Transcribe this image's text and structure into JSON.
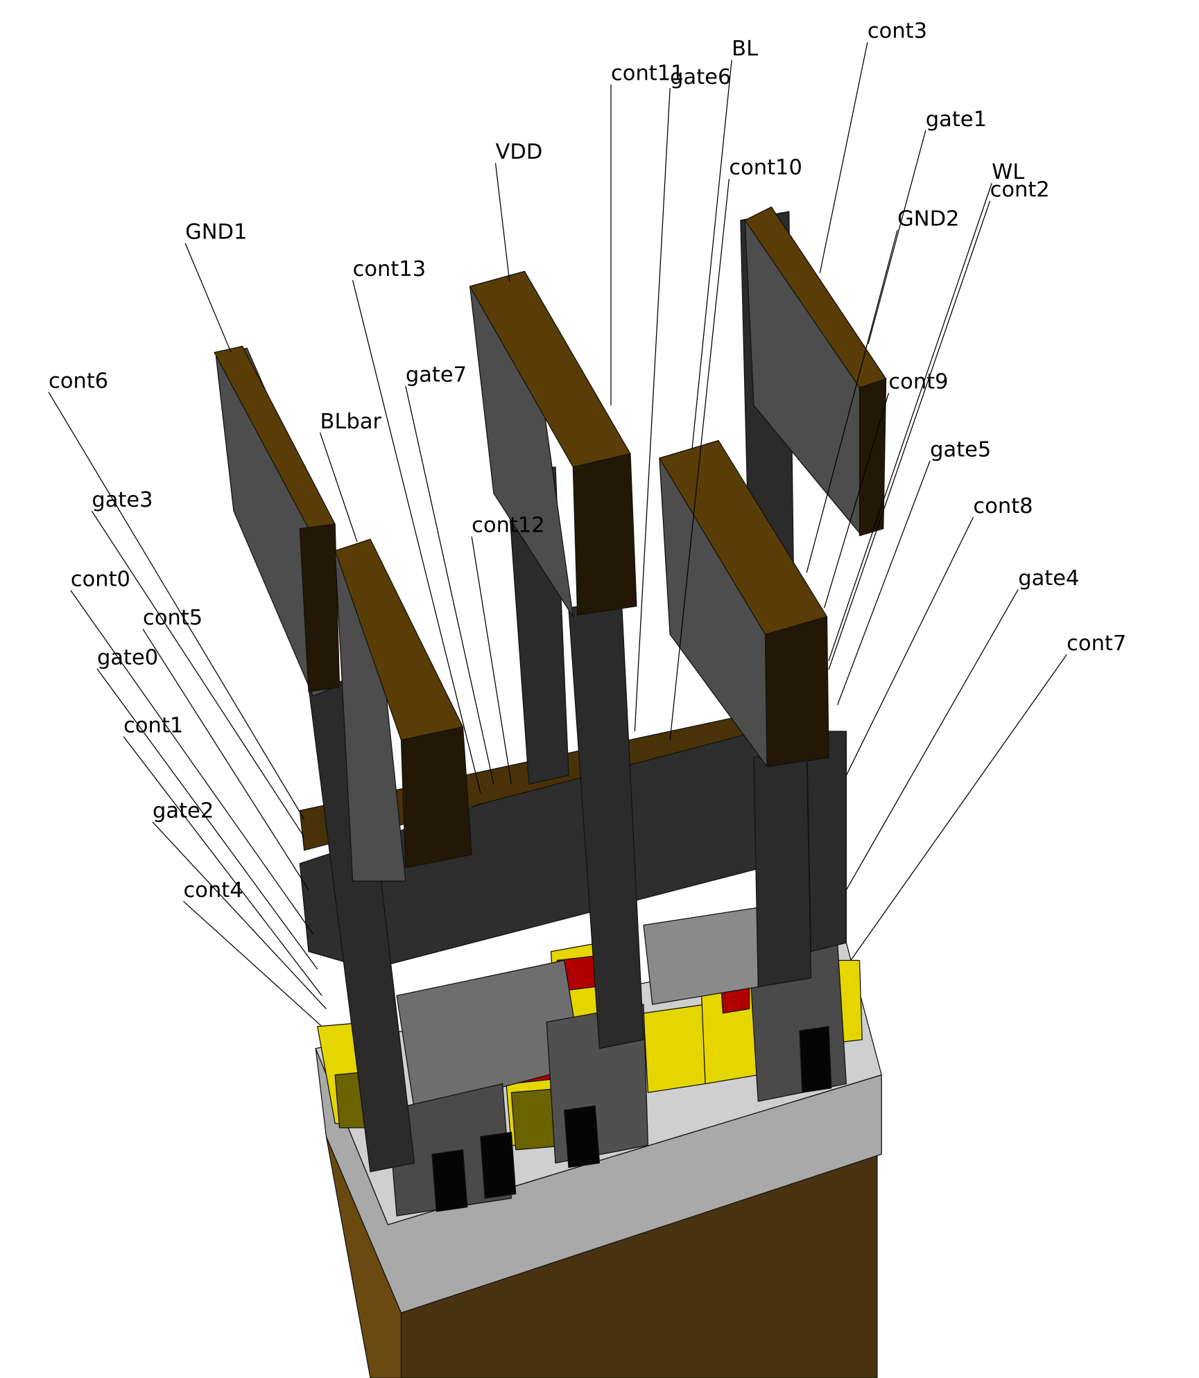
{
  "figure": {
    "labels": [
      "cont3",
      "BL",
      "cont11",
      "gate6",
      "gate1",
      "VDD",
      "cont10",
      "WL",
      "cont2",
      "GND2",
      "GND1",
      "cont13",
      "cont6",
      "gate7",
      "cont9",
      "BLbar",
      "gate5",
      "gate3",
      "cont8",
      "cont12",
      "gate4",
      "cont0",
      "cont5",
      "cont7",
      "gate0",
      "cont1",
      "gate2",
      "cont4"
    ]
  },
  "colors": {
    "metal_top": "#5a3d06",
    "metal_side": "#231805",
    "via": "#2b2b2b",
    "oxide": "#a9a9a9",
    "oxide_light": "#cfcfcf",
    "gate": "#e6d600",
    "gate_dark": "#6b6200",
    "channel": "#b00000",
    "substrate": "#4a3310",
    "contact": "#050505"
  }
}
